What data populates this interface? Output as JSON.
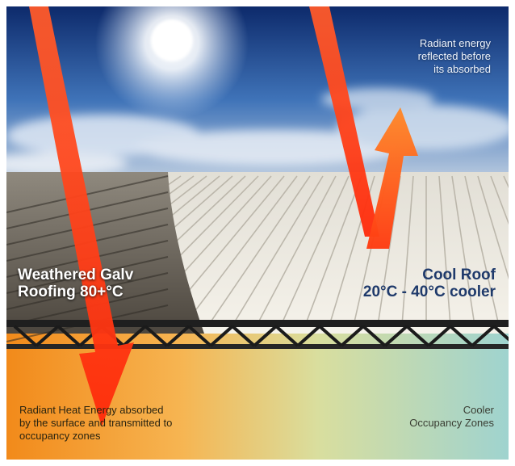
{
  "labels": {
    "reflected": [
      "Radiant energy",
      "reflected before",
      "its absorbed"
    ],
    "galv": [
      "Weathered Galv",
      "Roofing 80+°C"
    ],
    "cool": [
      "Cool Roof",
      "20°C - 40°C cooler"
    ],
    "absorbed": [
      "Radiant Heat Energy absorbed",
      "by the surface and transmitted to",
      "occupancy zones"
    ],
    "cooler_zones": [
      "Cooler",
      "Occupancy Zones"
    ]
  },
  "colors": {
    "sky_top": "#0d2a6b",
    "sky_mid": "#3f73b8",
    "warm_zone": "#f28a1a",
    "cool_zone": "#9fd3cf",
    "arrow": "#ff3a10",
    "cool_roof": "#f2eee4",
    "galv_roof": "#6b655c"
  }
}
